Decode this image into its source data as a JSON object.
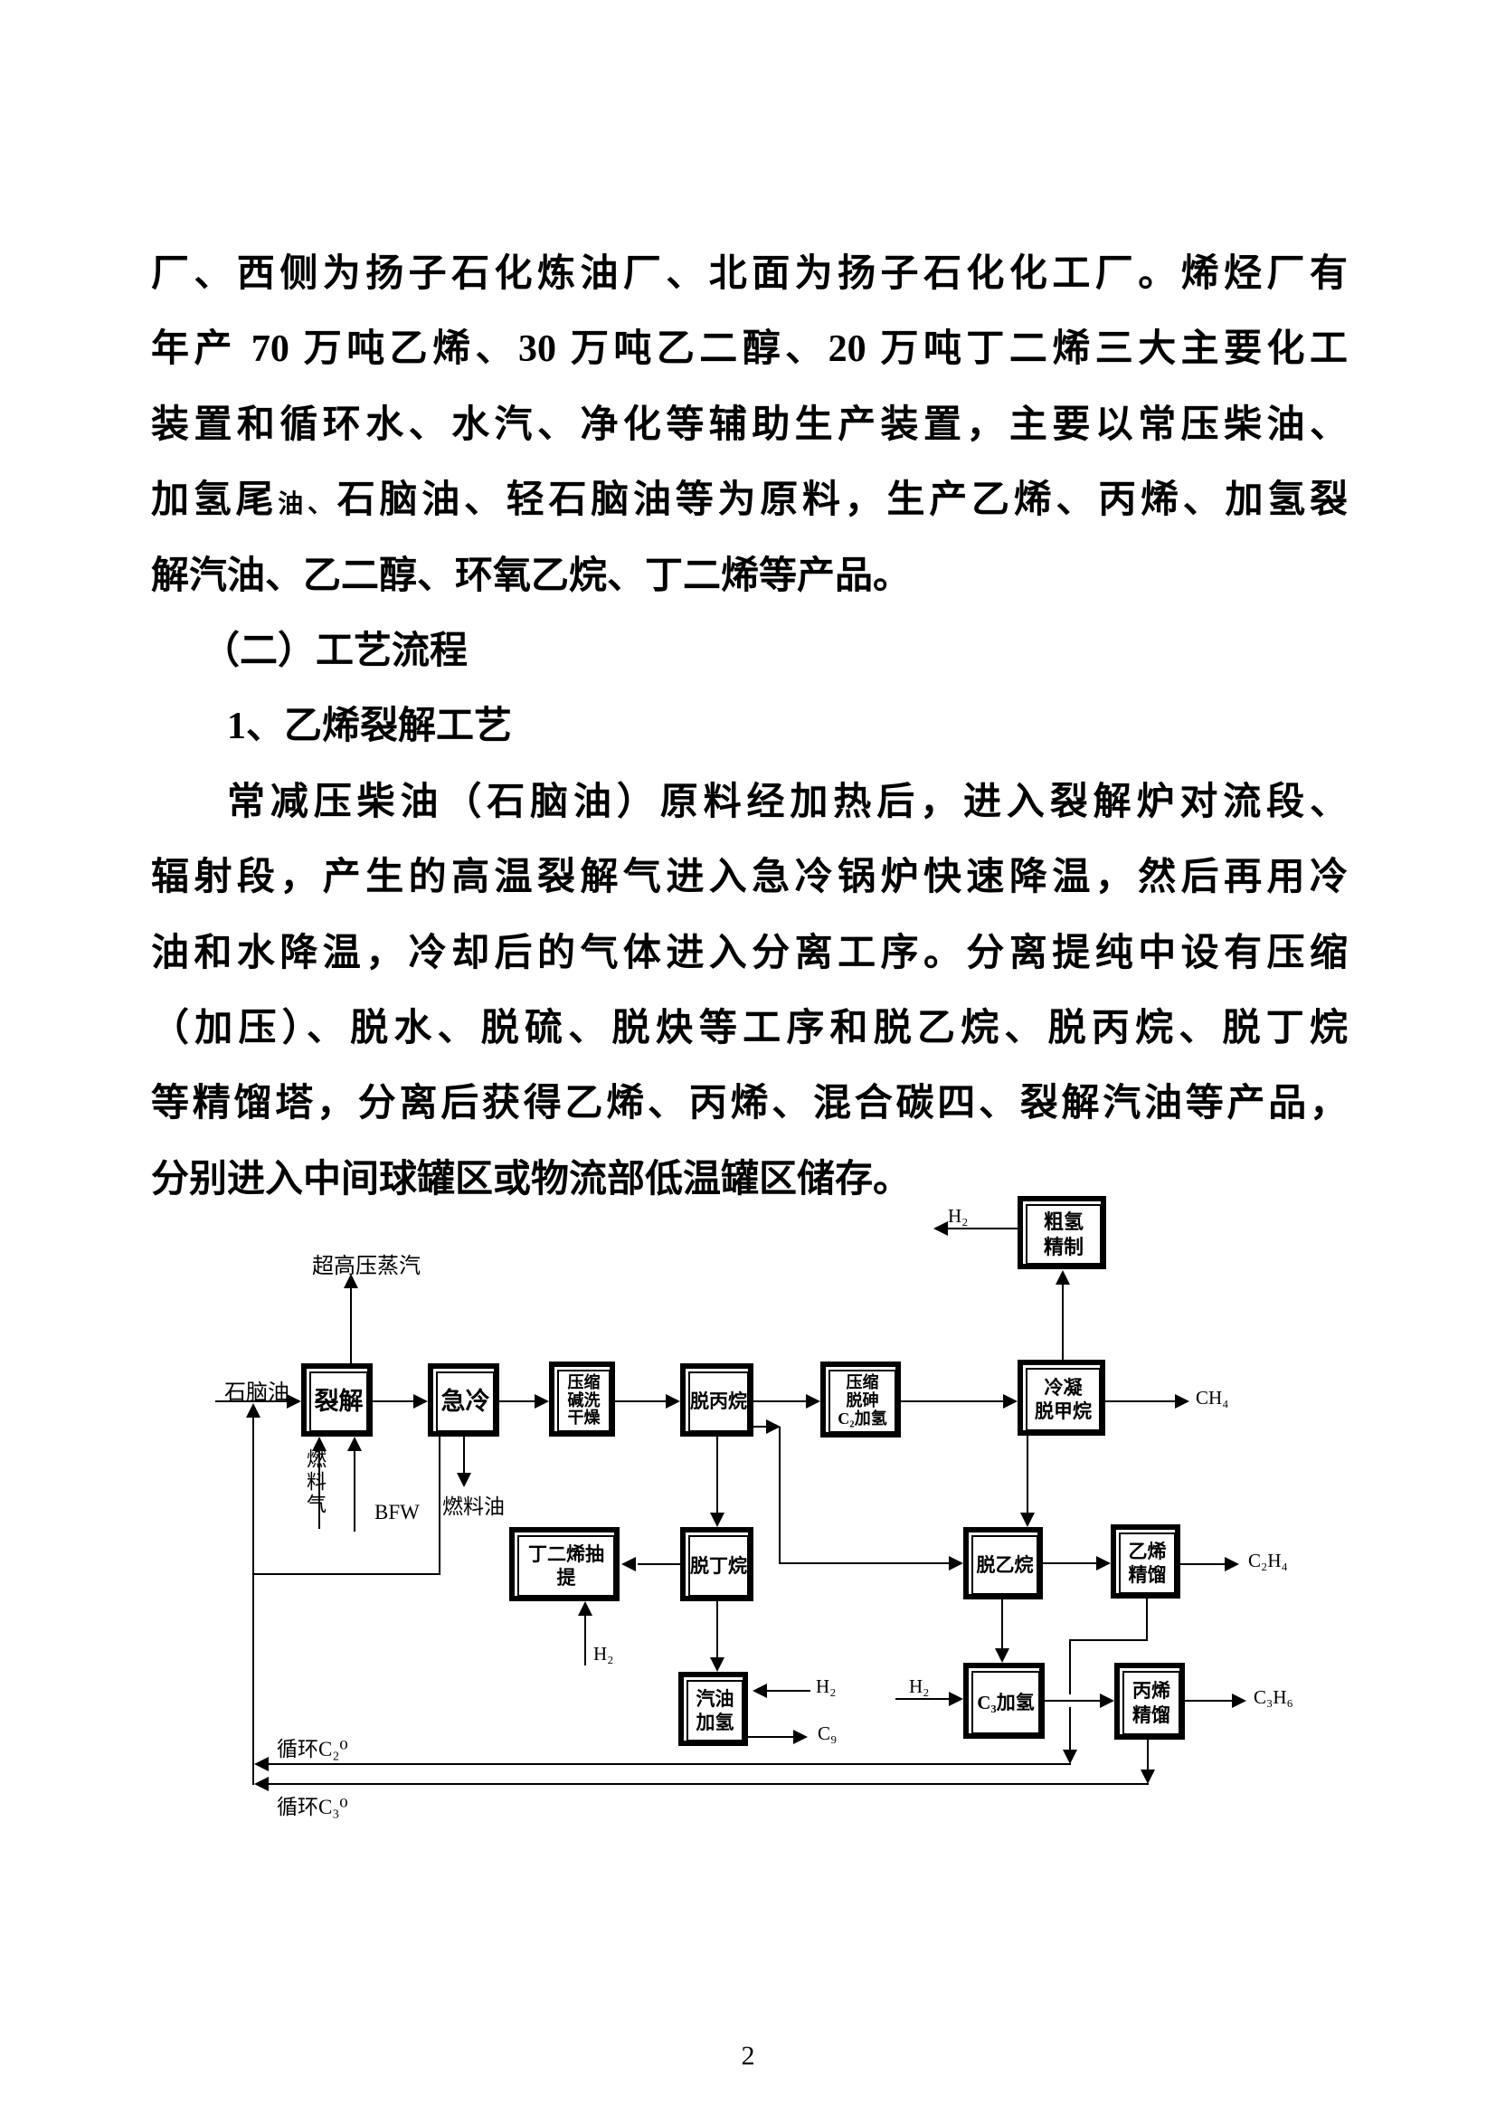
{
  "page": {
    "number": "2"
  },
  "colors": {
    "ink": "#000000",
    "paper": "#ffffff"
  },
  "doc": {
    "lines": [
      "厂、西侧为扬子石化炼油厂、北面为扬子石化化工厂。烯烃厂有",
      "年产 70 万吨乙烯、30 万吨乙二醇、20 万吨丁二烯三大主要化工",
      "装置和循环水、水汽、净化等辅助生产装置，主要以常压柴油、",
      "解汽油、乙二醇、环氧乙烷、丁二烯等产品。",
      "（二）工艺流程",
      "1、乙烯裂解工艺",
      "常减压柴油（石脑油）原料经加热后，进入裂解炉对流段、",
      "辐射段，产生的高温裂解气进入急冷锅炉快速降温，然后再用冷",
      "油和水降温，冷却后的气体进入分离工序。分离提纯中设有压缩",
      "（加压）、脱水、脱硫、脱炔等工序和脱乙烷、脱丙烷、脱丁烷",
      "等精馏塔，分离后获得乙烯、丙烯、混合碳四、裂解汽油等产品，",
      "分别进入中间球罐区或物流部低温罐区储存。"
    ],
    "line4": {
      "a": "加氢尾",
      "small": "油、",
      "b": "石脑油、轻石脑油等为原料，生产乙烯、丙烯、加氢裂"
    }
  },
  "diagram": {
    "boxes": {
      "cracking": "裂解",
      "quench": "急冷",
      "comp_wash": "压缩\n碱洗\n干燥",
      "depropanizer": "脱丙烷",
      "comp_dearsen": "压缩\n脱砷\nC₂加氢",
      "demethanizer": "冷凝\n脱甲烷",
      "crude_h2": "粗氢\n精制",
      "butadiene": "丁二烯抽提",
      "debutanizer": "脱丁烷",
      "deethanizer": "脱乙烷",
      "ethylene_frac": "乙烯\n精馏",
      "gasoline_hydro": "汽油\n加氢",
      "c3_hydro": "C₃加氢",
      "propylene_frac": "丙烯\n精馏"
    },
    "labels": {
      "steam": "超高压蒸汽",
      "naphtha": "石脑油",
      "fuel_gas": "燃料气",
      "bfw": "BFW",
      "fuel_oil": "燃料油",
      "h2_top": "H₂",
      "ch4": "CH₄",
      "c2h4": "C₂H₄",
      "c3h6": "C₃H₆",
      "h2_butadiene": "H₂",
      "h2_c3": "H₂",
      "h2_gasoline": "H₂",
      "c9": "C₉",
      "recycle_c2": "循环C₂⁰",
      "recycle_c3": "循环C₃⁰"
    }
  }
}
